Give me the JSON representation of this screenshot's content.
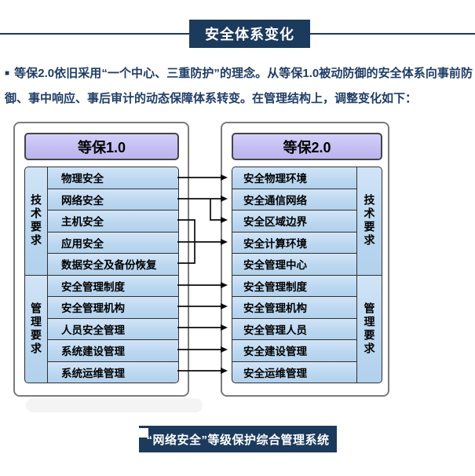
{
  "top_banner": {
    "title": "安全体系变化"
  },
  "intro": {
    "bullet": "■",
    "text": "等保2.0依旧采用“一个中心、三重防护”的理念。从等保1.0被动防御的安全体系向事前防御、事中响应、事后审计的动态保障体系转变。在管理结构上，调整变化如下："
  },
  "diagram": {
    "left": {
      "title": "等保1.0",
      "tech_label": "技术要求",
      "mgmt_label": "管理要求",
      "tech_rows": [
        "物理安全",
        "网络安全",
        "主机安全",
        "应用安全",
        "数据安全及备份恢复"
      ],
      "mgmt_rows": [
        "安全管理制度",
        "安全管理机构",
        "人员安全管理",
        "系统建设管理",
        "系统运维管理"
      ]
    },
    "right": {
      "title": "等保2.0",
      "tech_label": "技术要求",
      "mgmt_label": "管理要求",
      "tech_rows": [
        "安全物理环境",
        "安全通信网络",
        "安全区域边界",
        "安全计算环境",
        "安全管理中心"
      ],
      "mgmt_rows": [
        "安全管理制度",
        "安全管理机构",
        "安全管理人员",
        "安全建设管理",
        "安全运维管理"
      ]
    },
    "arrows": [
      {
        "from": "物理安全",
        "to": "安全物理环境"
      },
      {
        "from": "网络安全",
        "to": "安全通信网络"
      },
      {
        "from": "网络安全",
        "to": "安全区域边界"
      },
      {
        "from": "主机安全",
        "to": "安全计算环境"
      },
      {
        "from": "应用安全",
        "to": "安全计算环境"
      },
      {
        "from": "数据安全及备份恢复",
        "to": "安全计算环境"
      },
      {
        "from": "安全管理制度",
        "to": "安全管理制度"
      },
      {
        "from": "安全管理机构",
        "to": "安全管理机构"
      },
      {
        "from": "人员安全管理",
        "to": "安全管理人员"
      },
      {
        "from": "系统建设管理",
        "to": "安全建设管理"
      },
      {
        "from": "系统运维管理",
        "to": "安全运维管理"
      }
    ],
    "colors": {
      "navy": "#1c3a5c",
      "cell_blue": "#bcd8f1",
      "header_purple": "#c4bef2",
      "arrow": "#0b0b0b"
    }
  },
  "bottom_banner": {
    "title": "“网络安全”等级保护综合管理系统"
  }
}
